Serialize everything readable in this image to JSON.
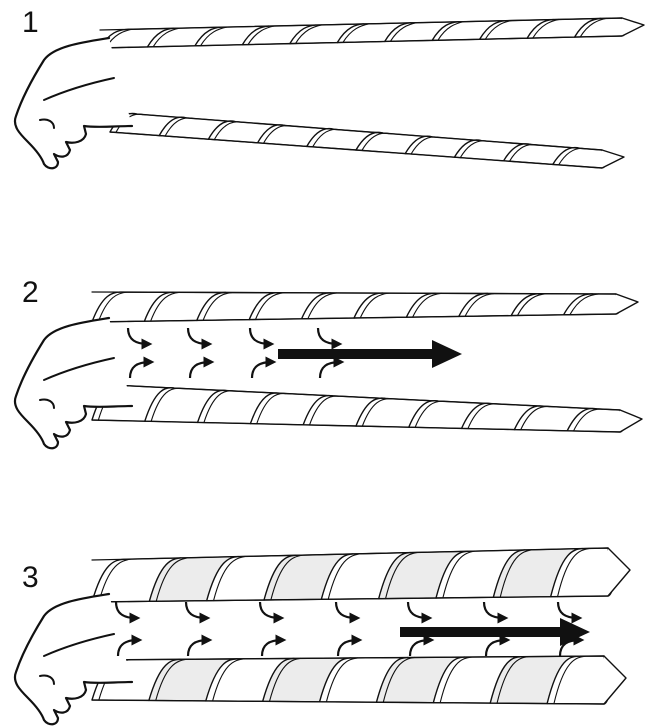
{
  "panels": [
    {
      "label": "1",
      "strands": "thin",
      "show_small_arrows": false,
      "show_flow_arrow": false
    },
    {
      "label": "2",
      "strands": "medium",
      "show_small_arrows": true,
      "show_flow_arrow": true
    },
    {
      "label": "3",
      "strands": "thick",
      "show_small_arrows": true,
      "show_flow_arrow": true
    }
  ],
  "colors": {
    "ink": "#111111",
    "paper": "#ffffff",
    "shade": "#e7e7e7"
  }
}
